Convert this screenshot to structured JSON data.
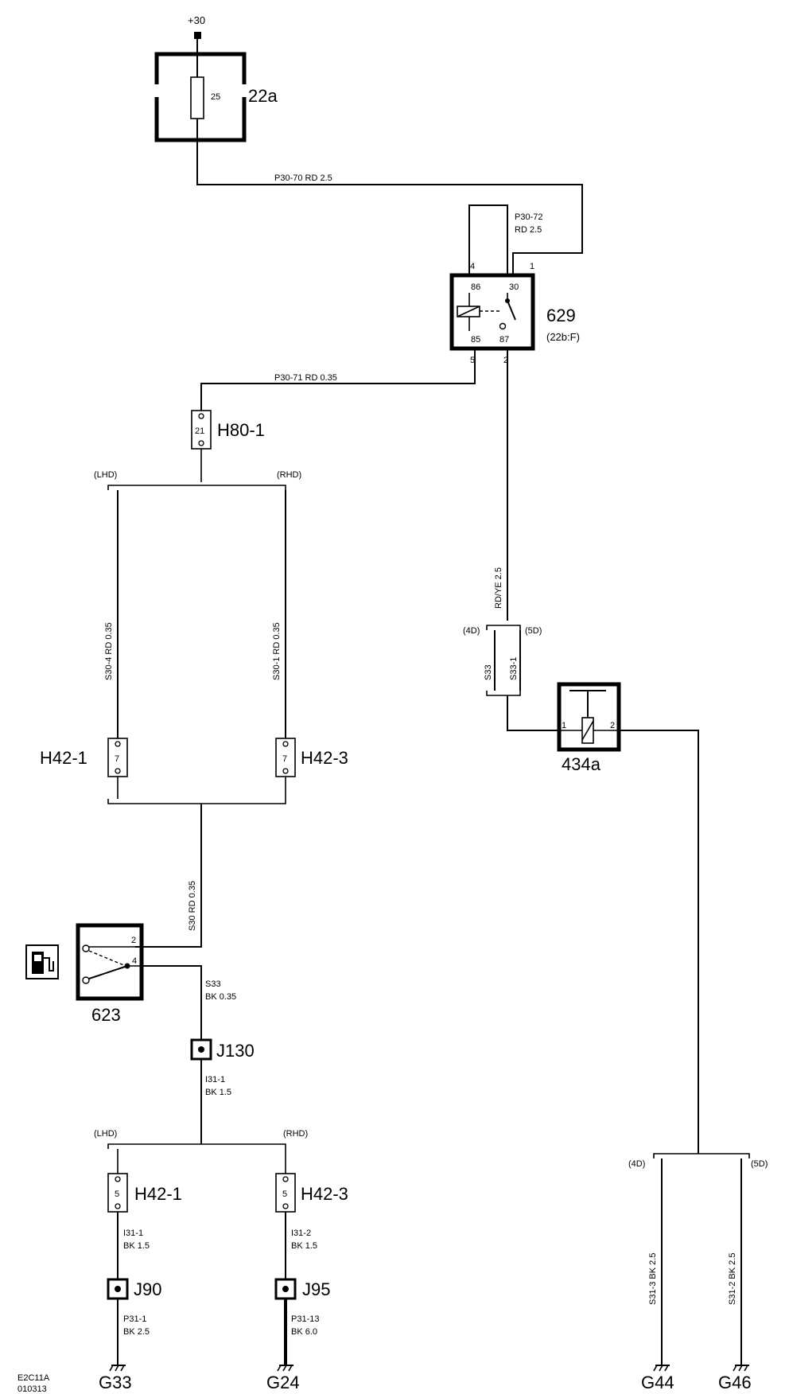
{
  "supply": {
    "label": "+30"
  },
  "fuse": {
    "id": "22a",
    "rating": "25"
  },
  "relay": {
    "id": "629",
    "location": "(22b:F)",
    "pins": {
      "p4": "4",
      "p1": "1",
      "p5": "5",
      "p2": "2",
      "t86": "86",
      "t30": "30",
      "t85": "85",
      "t87": "87"
    }
  },
  "wires": {
    "p30_70": "P30-70  RD  2.5",
    "p30_72_a": "P30-72",
    "p30_72_b": "RD 2.5",
    "p30_71": "P30-71  RD  0.35",
    "rdye": "RD/YE  2.5",
    "s30_4": "S30-4  RD  0.35",
    "s30_1": "S30-1  RD  0.35",
    "s30": "S30  RD  0.35",
    "s33_v": "S33",
    "s33_1": "S33-1",
    "s33_a": "S33",
    "s33_b": "BK 0.35",
    "i31_1_a": "I31-1",
    "i31_1_b": "BK 1.5",
    "i31_1l_a": "I31-1",
    "i31_1l_b": "BK 1.5",
    "i31_2_a": "I31-2",
    "i31_2_b": "BK 1.5",
    "p31_1_a": "P31-1",
    "p31_1_b": "BK  2.5",
    "p31_13_a": "P31-13",
    "p31_13_b": "BK  6.0",
    "s31_3": "S31-3  BK  2.5",
    "s31_2": "S31-2  BK  2.5"
  },
  "connectors": {
    "h80": {
      "id": "H80-1",
      "pin": "21"
    },
    "h42_1_top": {
      "id": "H42-1",
      "pin": "7"
    },
    "h42_3_top": {
      "id": "H42-3",
      "pin": "7"
    },
    "h42_1_bot": {
      "id": "H42-1",
      "pin": "5"
    },
    "h42_3_bot": {
      "id": "H42-3",
      "pin": "5"
    }
  },
  "variants": {
    "lhd": "(LHD)",
    "rhd": "(RHD)",
    "d4": "(4D)",
    "d5": "(5D)"
  },
  "components": {
    "c434a": {
      "id": "434a",
      "pin1": "1",
      "pin2": "2"
    },
    "c623": {
      "id": "623",
      "pin2": "2",
      "pin4": "4",
      "icon": "fuel-pump-icon"
    }
  },
  "splices": {
    "j130": "J130",
    "j90": "J90",
    "j95": "J95"
  },
  "grounds": {
    "g33": "G33",
    "g24": "G24",
    "g44": "G44",
    "g46": "G46"
  },
  "footer": {
    "code": "E2C11A",
    "date": "010313"
  }
}
